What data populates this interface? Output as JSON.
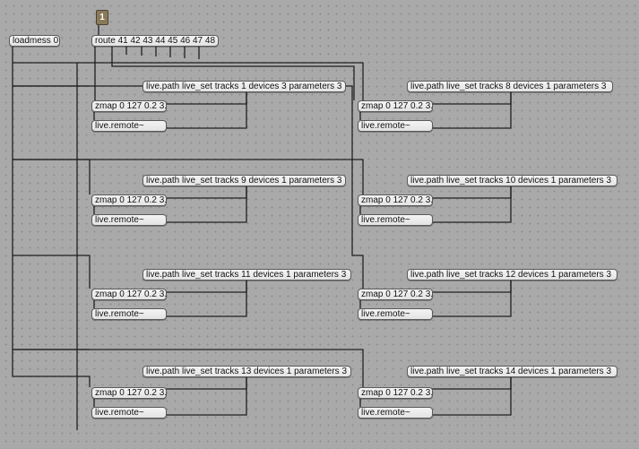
{
  "inlet": {
    "number": "1"
  },
  "loadmess": {
    "label": "loadmess 0"
  },
  "route": {
    "label": "route 41 42 43 44 45 46 47 48"
  },
  "groups": [
    {
      "path_label": "live.path live_set tracks 1 devices 3 parameters 3",
      "zmap_label": "zmap 0 127 0.2 3.",
      "remote_label": "live.remote~"
    },
    {
      "path_label": "live.path live_set tracks 8 devices 1 parameters 3",
      "zmap_label": "zmap 0 127 0.2 3.",
      "remote_label": "live.remote~"
    },
    {
      "path_label": "live.path live_set tracks 9 devices 1 parameters 3",
      "zmap_label": "zmap 0 127 0.2 3.",
      "remote_label": "live.remote~"
    },
    {
      "path_label": "live.path live_set tracks 10 devices 1 parameters 3",
      "zmap_label": "zmap 0 127 0.2 3.",
      "remote_label": "live.remote~"
    },
    {
      "path_label": "live.path live_set tracks 11 devices 1 parameters 3",
      "zmap_label": "zmap 0 127 0.2 3.",
      "remote_label": "live.remote~"
    },
    {
      "path_label": "live.path live_set tracks 12 devices 1 parameters 3",
      "zmap_label": "zmap 0 127 0.2 3.",
      "remote_label": "live.remote~"
    },
    {
      "path_label": "live.path live_set tracks 13 devices 1 parameters 3",
      "zmap_label": "zmap 0 127 0.2 3.",
      "remote_label": "live.remote~"
    },
    {
      "path_label": "live.path live_set tracks 14 devices 1 parameters 3",
      "zmap_label": "zmap 0 127 0.2 3.",
      "remote_label": "live.remote~"
    }
  ]
}
